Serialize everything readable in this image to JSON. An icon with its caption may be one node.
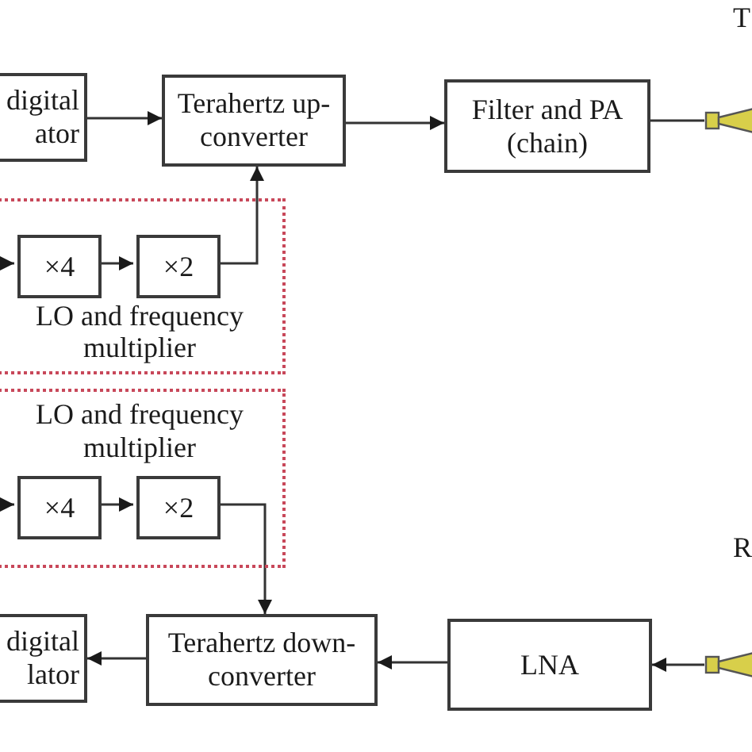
{
  "diagram": {
    "nodes": [
      {
        "text": [
          "digital ator"
        ]
      },
      {
        "text": [
          "Terahertz up-converter"
        ]
      },
      {
        "text": [
          "Filter and PA (chain)"
        ]
      },
      {
        "text": [],
        "shape": "horn"
      },
      {
        "text": [
          "LO and frequency multiplier"
        ]
      },
      {
        "text": [
          "×4"
        ],
        "in": 4
      },
      {
        "text": [
          "×2"
        ],
        "in": 4
      },
      {
        "text": [
          "LO and frequency multiplier"
        ]
      },
      {
        "text": [
          "×4"
        ],
        "in": 7
      },
      {
        "text": [
          "×2"
        ],
        "in": 7
      },
      {
        "text": [],
        "shape": "horn"
      },
      {
        "text": [
          "LNA"
        ]
      },
      {
        "text": [
          "Terahertz down-converter"
        ]
      },
      {
        "text": [
          "digital lator"
        ]
      }
    ],
    "edges": [
      {
        "from": 0,
        "to": 1,
        "arrow": "to"
      },
      {
        "from": 1,
        "to": 2,
        "arrow": "to"
      },
      {
        "from": 2,
        "to": 3,
        "arrow": "none"
      },
      {
        "from": null,
        "to": 5,
        "arrow": "to"
      },
      {
        "from": 5,
        "to": 6,
        "arrow": "to"
      },
      {
        "from": 6,
        "to": 1,
        "arrow": "to"
      },
      {
        "from": null,
        "to": 8,
        "arrow": "to"
      },
      {
        "from": 8,
        "to": 9,
        "arrow": "to"
      },
      {
        "from": 9,
        "to": 12,
        "arrow": "to"
      },
      {
        "from": 10,
        "to": 11,
        "arrow": "to"
      },
      {
        "from": 11,
        "to": 12,
        "arrow": "to"
      },
      {
        "from": 12,
        "to": 13,
        "arrow": "to"
      }
    ],
    "labels": [
      "T",
      "R"
    ]
  }
}
